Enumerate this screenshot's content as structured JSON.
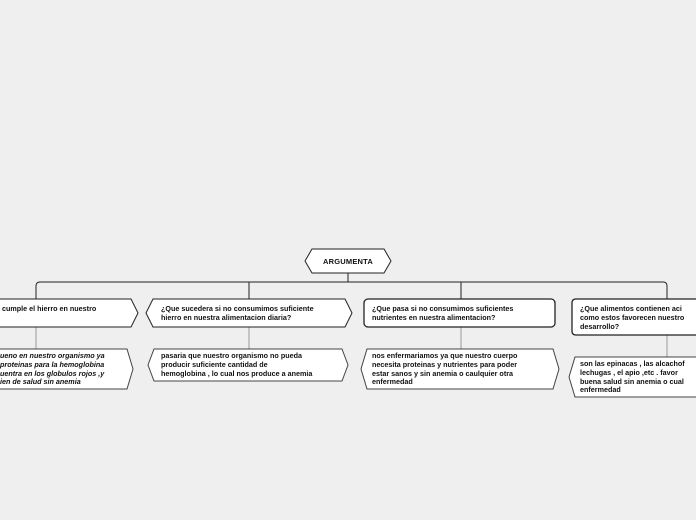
{
  "root": {
    "label": "ARGUMENTA"
  },
  "branches": [
    {
      "question": "cumple el hierro en nuestro",
      "answer": "ueno en nuestro organismo ya\nproteinas para la hemoglobina\nuentra en los globulos rojos ,y\nien de salud sin anemia"
    },
    {
      "question": "¿Que sucedera si no consumimos suficiente\nhierro en nuestra alimentacion diaria?",
      "answer": "pasaria que nuestro organismo no pueda\nproducir suficiente cantidad de\nhemoglobina , lo cual nos produce a anemia"
    },
    {
      "question": "¿Que pasa si no consumimos suficientes\nnutrientes en nuestra alimentacion?",
      "answer": "nos enfermariamos ya que nuestro cuerpo\nnecesita proteinas y nutrientes para poder\nestar sanos y sin anemia o caulquier otra\nenfermedad"
    },
    {
      "question": "¿Que alimentos contienen aci\ncomo estos favorecen nuestro\ndesarrollo?",
      "answer": "son las epinacas , las alcachof\nlechugas , el apio ,etc .  favor\nbuena salud sin anemia o cual\nenfermedad"
    }
  ]
}
